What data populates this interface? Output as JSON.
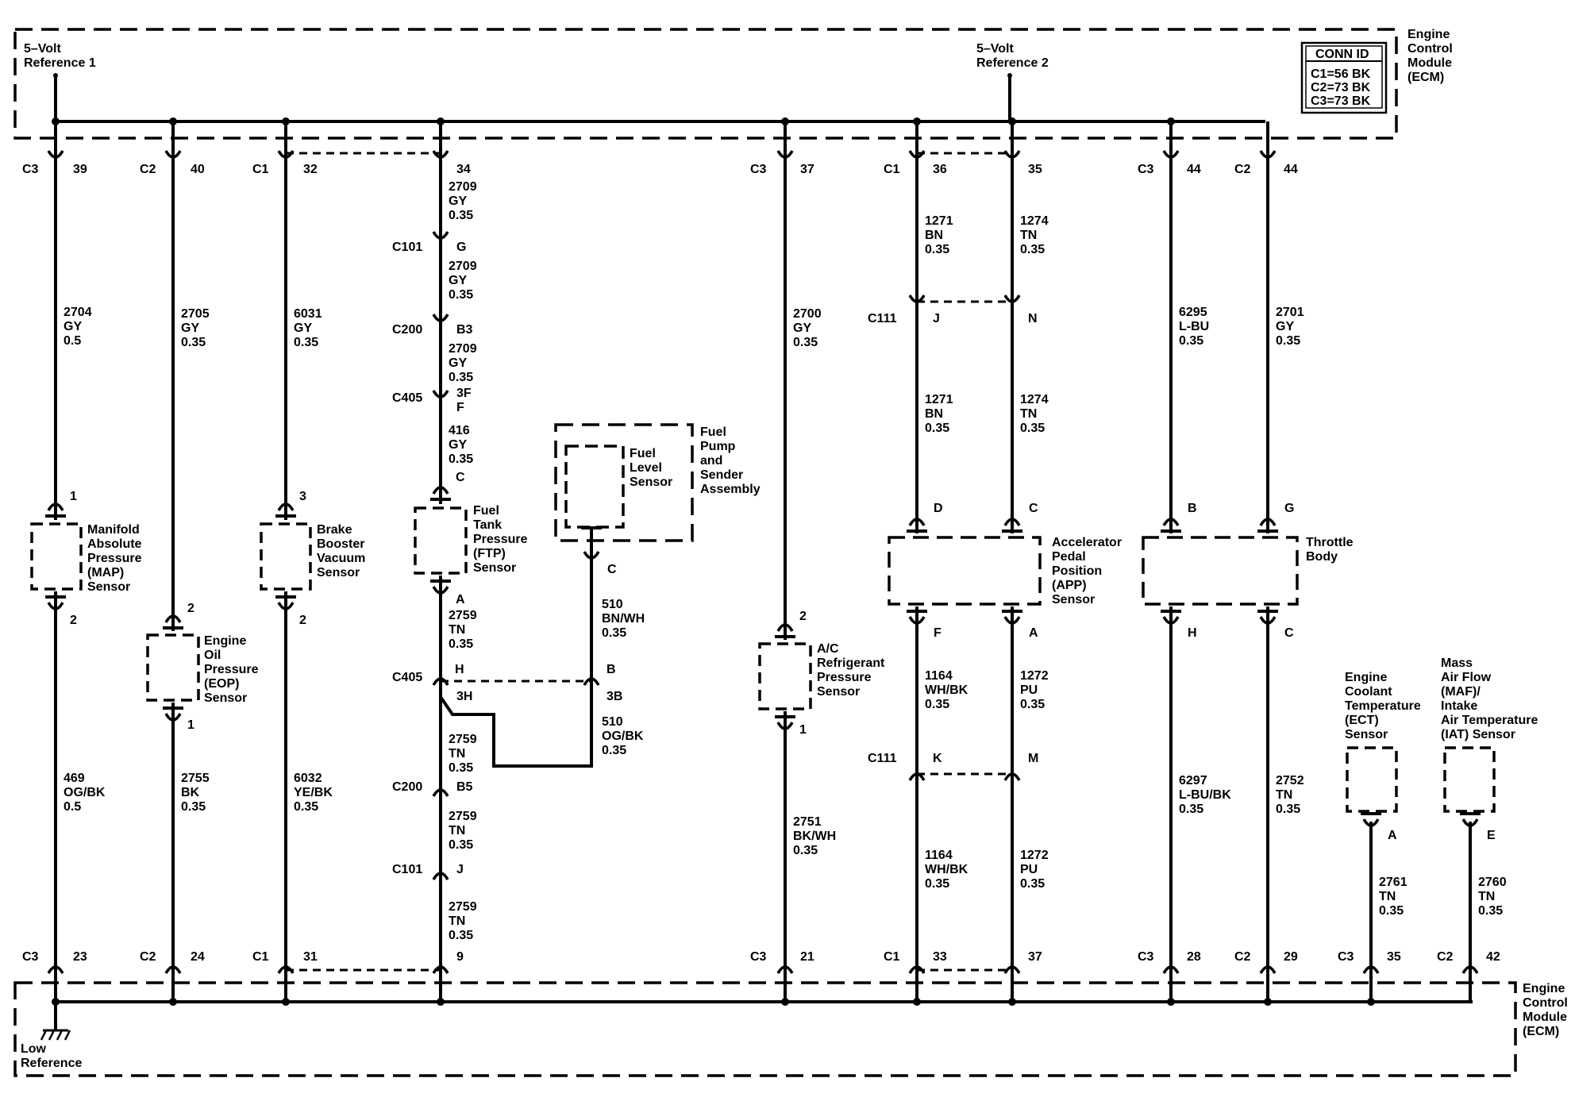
{
  "ecm": {
    "top_label": [
      "Engine",
      "Control",
      "Module",
      "(ECM)"
    ],
    "bottom_label": [
      "Engine",
      "Control",
      "Module",
      "(ECM)"
    ],
    "ref1_label": [
      "5–Volt",
      "Reference 1"
    ],
    "ref2_label": [
      "5–Volt",
      "Reference 2"
    ],
    "low_ref_label": [
      "Low",
      "Reference"
    ]
  },
  "conn_id": {
    "title": "CONN ID",
    "lines": [
      "C1=56 BK",
      "C2=73 BK",
      "C3=73 BK"
    ]
  },
  "top_pins": [
    {
      "conn": "C3",
      "pin": "39"
    },
    {
      "conn": "C2",
      "pin": "40"
    },
    {
      "conn": "C1",
      "pin": "32"
    },
    {
      "conn": "",
      "pin": "34"
    },
    {
      "conn": "C3",
      "pin": "37"
    },
    {
      "conn": "C1",
      "pin": "36"
    },
    {
      "conn": "",
      "pin": "35"
    },
    {
      "conn": "C3",
      "pin": "44"
    },
    {
      "conn": "C2",
      "pin": "44"
    }
  ],
  "bottom_pins": [
    {
      "conn": "C3",
      "pin": "23"
    },
    {
      "conn": "C2",
      "pin": "24"
    },
    {
      "conn": "C1",
      "pin": "31"
    },
    {
      "conn": "",
      "pin": "9"
    },
    {
      "conn": "C3",
      "pin": "21"
    },
    {
      "conn": "C1",
      "pin": "33"
    },
    {
      "conn": "",
      "pin": "37"
    },
    {
      "conn": "C3",
      "pin": "28"
    },
    {
      "conn": "C2",
      "pin": "29"
    },
    {
      "conn": "C3",
      "pin": "35"
    },
    {
      "conn": "C2",
      "pin": "42"
    }
  ],
  "wire_labels": [
    {
      "id": "w1a",
      "lines": [
        "2704",
        "GY",
        "0.5"
      ]
    },
    {
      "id": "w1b",
      "lines": [
        "469",
        "OG/BK",
        "0.5"
      ]
    },
    {
      "id": "w2a",
      "lines": [
        "2705",
        "GY",
        "0.35"
      ]
    },
    {
      "id": "w2b",
      "lines": [
        "2755",
        "BK",
        "0.35"
      ]
    },
    {
      "id": "w3a",
      "lines": [
        "6031",
        "GY",
        "0.35"
      ]
    },
    {
      "id": "w3b",
      "lines": [
        "6032",
        "YE/BK",
        "0.35"
      ]
    },
    {
      "id": "w4a",
      "lines": [
        "2709",
        "GY",
        "0.35"
      ]
    },
    {
      "id": "w4b",
      "lines": [
        "2709",
        "GY",
        "0.35"
      ]
    },
    {
      "id": "w4c",
      "lines": [
        "2709",
        "GY",
        "0.35"
      ]
    },
    {
      "id": "w4d",
      "lines": [
        "416",
        "GY",
        "0.35"
      ]
    },
    {
      "id": "w4e",
      "lines": [
        "2759",
        "TN",
        "0.35"
      ]
    },
    {
      "id": "w4f",
      "lines": [
        "2759",
        "TN",
        "0.35"
      ]
    },
    {
      "id": "w4g",
      "lines": [
        "2759",
        "TN",
        "0.35"
      ]
    },
    {
      "id": "w4h",
      "lines": [
        "2759",
        "TN",
        "0.35"
      ]
    },
    {
      "id": "wfa",
      "lines": [
        "510",
        "BN/WH",
        "0.35"
      ]
    },
    {
      "id": "wfb",
      "lines": [
        "510",
        "OG/BK",
        "0.35"
      ]
    },
    {
      "id": "w5a",
      "lines": [
        "2700",
        "GY",
        "0.35"
      ]
    },
    {
      "id": "w5b",
      "lines": [
        "2751",
        "BK/WH",
        "0.35"
      ]
    },
    {
      "id": "w6a",
      "lines": [
        "1271",
        "BN",
        "0.35"
      ]
    },
    {
      "id": "w6b",
      "lines": [
        "1271",
        "BN",
        "0.35"
      ]
    },
    {
      "id": "w6c",
      "lines": [
        "1164",
        "WH/BK",
        "0.35"
      ]
    },
    {
      "id": "w6d",
      "lines": [
        "1164",
        "WH/BK",
        "0.35"
      ]
    },
    {
      "id": "w7a",
      "lines": [
        "1274",
        "TN",
        "0.35"
      ]
    },
    {
      "id": "w7b",
      "lines": [
        "1274",
        "TN",
        "0.35"
      ]
    },
    {
      "id": "w7c",
      "lines": [
        "1272",
        "PU",
        "0.35"
      ]
    },
    {
      "id": "w7d",
      "lines": [
        "1272",
        "PU",
        "0.35"
      ]
    },
    {
      "id": "w8a",
      "lines": [
        "6295",
        "L-BU",
        "0.35"
      ]
    },
    {
      "id": "w8b",
      "lines": [
        "6297",
        "L-BU/BK",
        "0.35"
      ]
    },
    {
      "id": "w9a",
      "lines": [
        "2701",
        "GY",
        "0.35"
      ]
    },
    {
      "id": "w9b",
      "lines": [
        "2752",
        "TN",
        "0.35"
      ]
    },
    {
      "id": "w10",
      "lines": [
        "2761",
        "TN",
        "0.35"
      ]
    },
    {
      "id": "w11",
      "lines": [
        "2760",
        "TN",
        "0.35"
      ]
    }
  ],
  "inline_connectors": [
    {
      "id": "c1",
      "name": "C101",
      "pin": "G"
    },
    {
      "id": "c2",
      "name": "C200",
      "pin": "B3"
    },
    {
      "id": "c3",
      "name": "C405",
      "pin": "3F",
      "pin2": "F"
    },
    {
      "id": "c4",
      "name": "C405",
      "pin": "H",
      "pin2": "3H"
    },
    {
      "id": "c5",
      "name": "C200",
      "pin": "B5"
    },
    {
      "id": "c6",
      "name": "C101",
      "pin": "J"
    },
    {
      "id": "c7",
      "name": "C111",
      "pin": "J"
    },
    {
      "id": "c8",
      "name": "",
      "pin": "N"
    },
    {
      "id": "c9",
      "name": "C111",
      "pin": "K"
    },
    {
      "id": "c10",
      "name": "",
      "pin": "M"
    },
    {
      "id": "c11",
      "name": "",
      "pin": "B",
      "pin2": "3B"
    }
  ],
  "components": [
    {
      "id": "map",
      "label": [
        "Manifold",
        "Absolute",
        "Pressure",
        "(MAP)",
        "Sensor"
      ],
      "pin_top": "1",
      "pin_bot": "2"
    },
    {
      "id": "eop",
      "label": [
        "Engine",
        "Oil",
        "Pressure",
        "(EOP)",
        "Sensor"
      ],
      "pin_top": "2",
      "pin_bot": "1"
    },
    {
      "id": "bbv",
      "label": [
        "Brake",
        "Booster",
        "Vacuum",
        "Sensor"
      ],
      "pin_top": "3",
      "pin_bot": "2"
    },
    {
      "id": "ftp",
      "label": [
        "Fuel",
        "Tank",
        "Pressure",
        "(FTP)",
        "Sensor"
      ],
      "pin_top": "C",
      "pin_bot": "A"
    },
    {
      "id": "fuelpump",
      "label": [
        "Fuel",
        "Pump",
        "and",
        "Sender",
        "Assembly"
      ]
    },
    {
      "id": "fuellevel",
      "label": [
        "Fuel",
        "Level",
        "Sensor"
      ],
      "pin_bot": "C"
    },
    {
      "id": "ac",
      "label": [
        "A/C",
        "Refrigerant",
        "Pressure",
        "Sensor"
      ],
      "pin_top": "2",
      "pin_bot": "1"
    },
    {
      "id": "app",
      "label": [
        "Accelerator",
        "Pedal",
        "Position",
        "(APP)",
        "Sensor"
      ],
      "pins": [
        "D",
        "C",
        "F",
        "A"
      ]
    },
    {
      "id": "tb",
      "label": [
        "Throttle",
        "Body"
      ],
      "pins": [
        "B",
        "G",
        "H",
        "C"
      ]
    },
    {
      "id": "ect",
      "label": [
        "Engine",
        "Coolant",
        "Temperature",
        "(ECT)",
        "Sensor"
      ],
      "pin_bot": "A"
    },
    {
      "id": "maf",
      "label": [
        "Mass",
        "Air Flow",
        "(MAF)/",
        "Intake",
        "Air Temperature",
        "(IAT) Sensor"
      ],
      "pin_bot": "E"
    }
  ]
}
